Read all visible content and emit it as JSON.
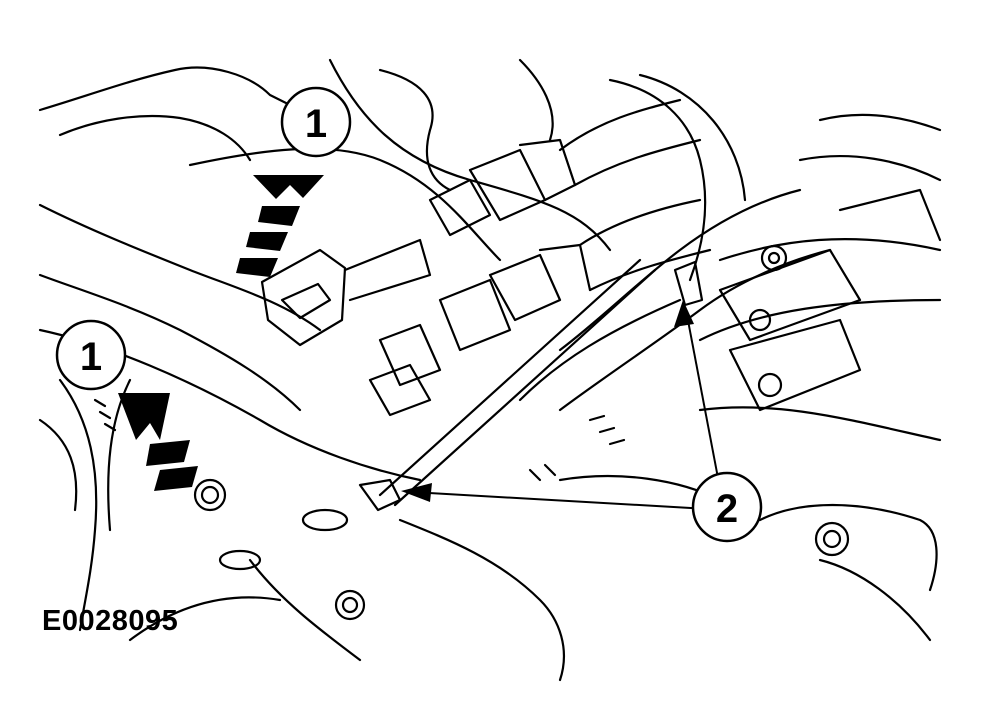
{
  "figure": {
    "id_label": "E0028095"
  },
  "callouts": {
    "c1_top": "1",
    "c1_left": "1",
    "c2": "2"
  },
  "colors": {
    "ink": "#000000",
    "paper": "#ffffff"
  }
}
